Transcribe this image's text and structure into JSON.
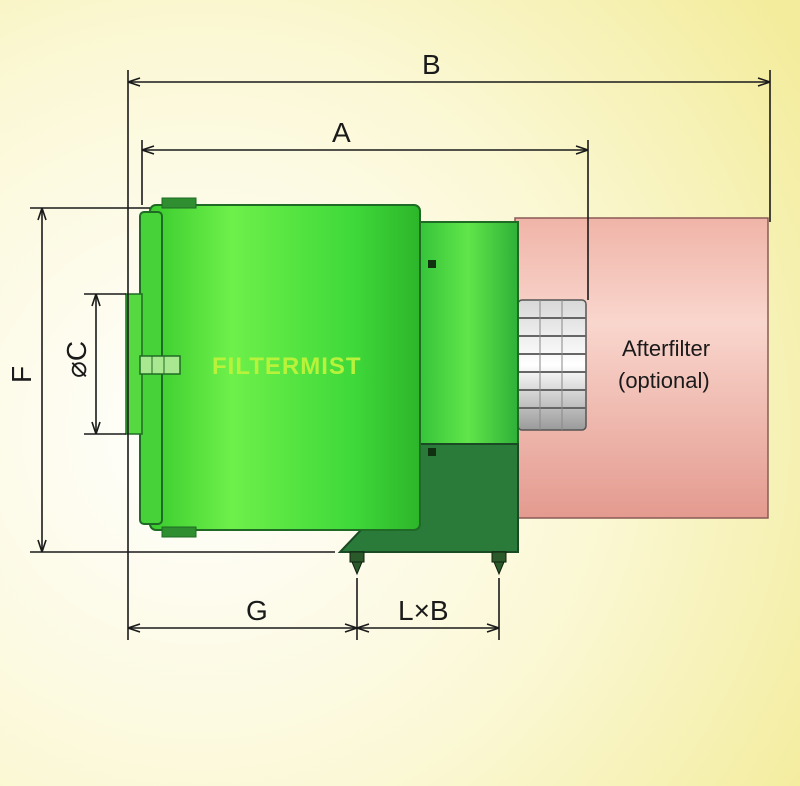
{
  "dimensions": {
    "a": "A",
    "b": "B",
    "c": "⌀C",
    "f": "F",
    "g": "G",
    "lxb": "L×B"
  },
  "brand": "FILTERMIST",
  "afterfilter": {
    "line1": "Afterfilter",
    "line2": "(optional)"
  },
  "colors": {
    "body_green": "#3fd93a",
    "dark_green": "#2a7a3a",
    "afterfilter_pink": "#e8a8a0",
    "background_yellow": "#f7f3b8"
  }
}
